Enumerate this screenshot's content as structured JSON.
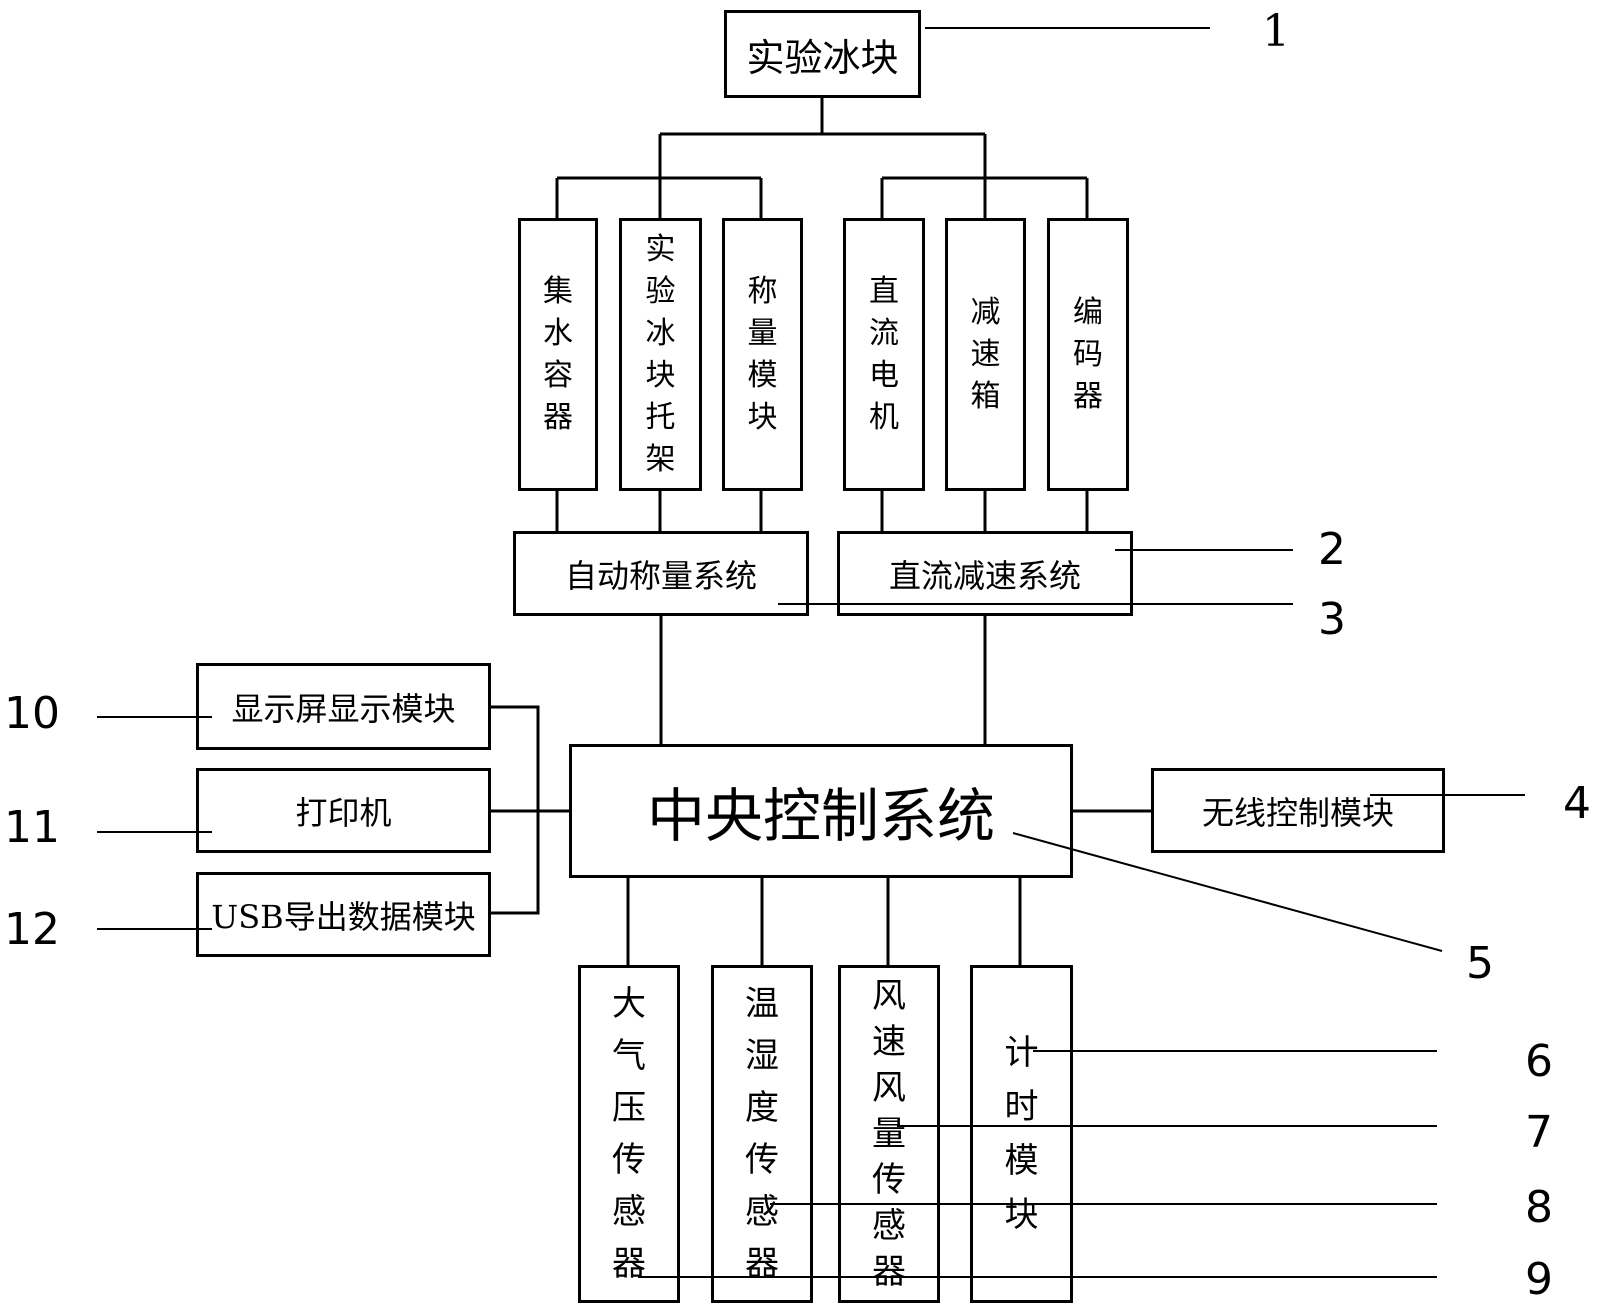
{
  "diagram": {
    "top_block": {
      "label": "实验冰块",
      "ref": "1"
    },
    "left_group": {
      "items": [
        {
          "label": "集水容器"
        },
        {
          "label": "实验冰块托架"
        },
        {
          "label": "称量模块"
        }
      ],
      "system": {
        "label": "自动称量系统",
        "ref": "3"
      }
    },
    "right_group": {
      "items": [
        {
          "label": "直流电机"
        },
        {
          "label": "减速箱"
        },
        {
          "label": "编码器"
        }
      ],
      "system": {
        "label": "直流减速系统",
        "ref": "2"
      }
    },
    "central": {
      "label": "中央控制系统",
      "ref": "5"
    },
    "wireless": {
      "label": "无线控制模块",
      "ref": "4"
    },
    "outputs": [
      {
        "label": "显示屏显示模块",
        "ref": "10"
      },
      {
        "label": "打印机",
        "ref": "11"
      },
      {
        "label": "USB导出数据模块",
        "ref": "12"
      }
    ],
    "sensors": [
      {
        "label": "大气压传感器",
        "ref": "9"
      },
      {
        "label": "温湿度传感器",
        "ref": "8"
      },
      {
        "label": "风速风量传感器",
        "ref": "7"
      },
      {
        "label": "计时模块",
        "ref": "6"
      }
    ]
  }
}
